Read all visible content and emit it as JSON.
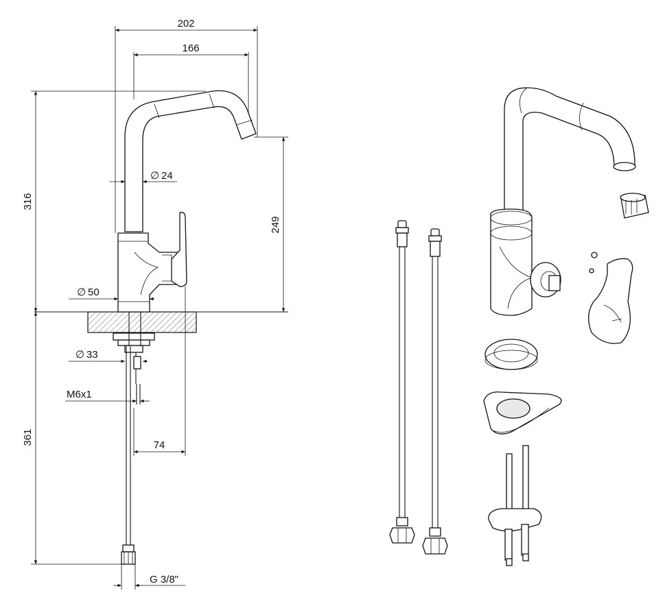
{
  "dimensions": {
    "width_total": "202",
    "reach": "166",
    "height_total": "316",
    "spout_height": "249",
    "tube_diameter": "24",
    "base_diameter": "50",
    "shank_diameter": "33",
    "thread_rod": "M6x1",
    "lever_offset": "74",
    "hose_length": "361",
    "hose_connection": "G 3/8\""
  },
  "symbols": {
    "diameter": "∅"
  }
}
